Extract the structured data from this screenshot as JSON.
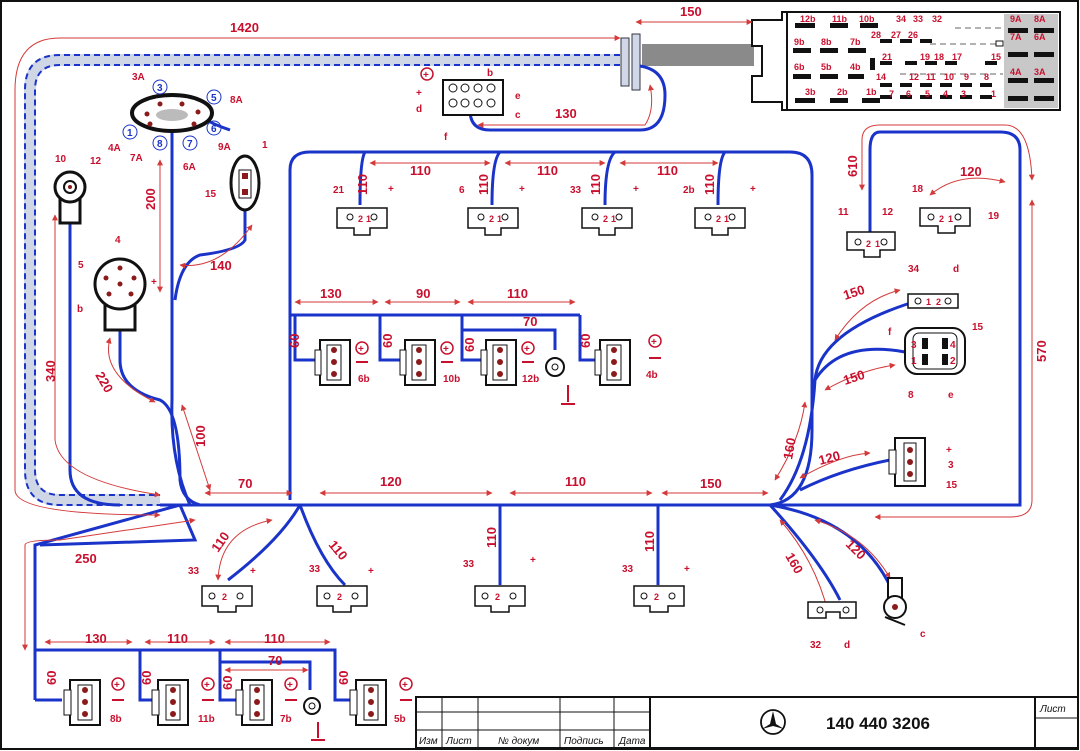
{
  "part_number": "140  440  3206",
  "title_block": {
    "izm": "Изм",
    "list": "Лист",
    "doc": "№ докум",
    "sign": "Подпись",
    "date": "Дата",
    "sheet": "Лист"
  },
  "dims": {
    "d1420": "1420",
    "d150top": "150",
    "d130mid": "130",
    "d200": "200",
    "d140": "140",
    "d340": "340",
    "d220": "220",
    "d100": "100",
    "d250": "250",
    "d110a": "110",
    "d110b": "110",
    "d110c": "110",
    "d130box": "130",
    "d90": "90",
    "d110box": "110",
    "d70box": "70",
    "d60a": "60",
    "d60b": "60",
    "d60c": "60",
    "d60d": "60",
    "d70main": "70",
    "d120main": "120",
    "d110main": "110",
    "d150main": "150",
    "d110l1": "110",
    "d110l2": "110",
    "d110m1": "110",
    "d110m2": "110",
    "d110r1": "110",
    "d110r2": "110",
    "d110r3": "110",
    "d110r4": "110",
    "d610": "610",
    "d120r": "120",
    "d150r1": "150",
    "d150r2": "150",
    "d570": "570",
    "d160a": "160",
    "d120b": "120",
    "d160b": "160",
    "d120c": "120",
    "d130bot": "130",
    "d110bot1": "110",
    "d110bot2": "110",
    "d70bot": "70",
    "d60e": "60",
    "d60f": "60",
    "d60g": "60",
    "d60h": "60"
  },
  "labels": {
    "l3A": "3A",
    "l3": "3",
    "l5": "5",
    "l8A": "8A",
    "l1": "1",
    "l4A": "4A",
    "l8": "8",
    "l7A": "7A",
    "l7": "7",
    "l6A": "6A",
    "l6": "6",
    "l9A": "9A",
    "l10": "10",
    "l12": "12",
    "l1b": "1",
    "l15": "15",
    "r4": "4",
    "r5": "5",
    "rb": "b",
    "rplus": "+",
    "c8b": "b",
    "c8d": "d",
    "c8e": "e",
    "c8c": "c",
    "c8f": "f",
    "c8plus": "+",
    "t21": "21",
    "t6": "6",
    "t33": "33",
    "t2b": "2b",
    "tplus1": "+",
    "tplus2": "+",
    "tplus3": "+",
    "tplus4": "+",
    "p6b": "6b",
    "p10b": "10b",
    "p12b": "12b",
    "p4b": "4b",
    "r11": "11",
    "r12": "12",
    "r18": "18",
    "r19": "19",
    "r34": "34",
    "rd": "d",
    "rf": "f",
    "r15": "15",
    "r8": "8",
    "re": "e",
    "s4": "4",
    "s3": "3",
    "s1": "1",
    "s2": "2",
    "rplus2": "+",
    "r3": "3",
    "r15b": "15",
    "b33a": "33",
    "b33b": "33",
    "b33c": "33",
    "b33d": "33",
    "bplus1": "+",
    "bplus2": "+",
    "bplus3": "+",
    "bplus4": "+",
    "b32": "32",
    "bd": "d",
    "bc": "c",
    "q8b": "8b",
    "q11b": "11b",
    "q7b": "7b",
    "q5b": "5b"
  },
  "ecu": {
    "row1": [
      "12b",
      "11b",
      "10b",
      "34",
      "33",
      "32",
      "9A",
      "8A"
    ],
    "row2": [
      "28",
      "27",
      "26",
      "7A",
      "6A"
    ],
    "row3": [
      "9b",
      "8b",
      "7b"
    ],
    "row4": [
      "21",
      "19",
      "18",
      "17",
      "15"
    ],
    "row5": [
      "6b",
      "5b",
      "4b",
      "4A",
      "3A"
    ],
    "row6": [
      "14",
      "12",
      "11",
      "10",
      "9",
      "8"
    ],
    "row7": [
      "3b",
      "2b",
      "1b",
      "7",
      "6",
      "5",
      "4",
      "3",
      "1"
    ]
  }
}
